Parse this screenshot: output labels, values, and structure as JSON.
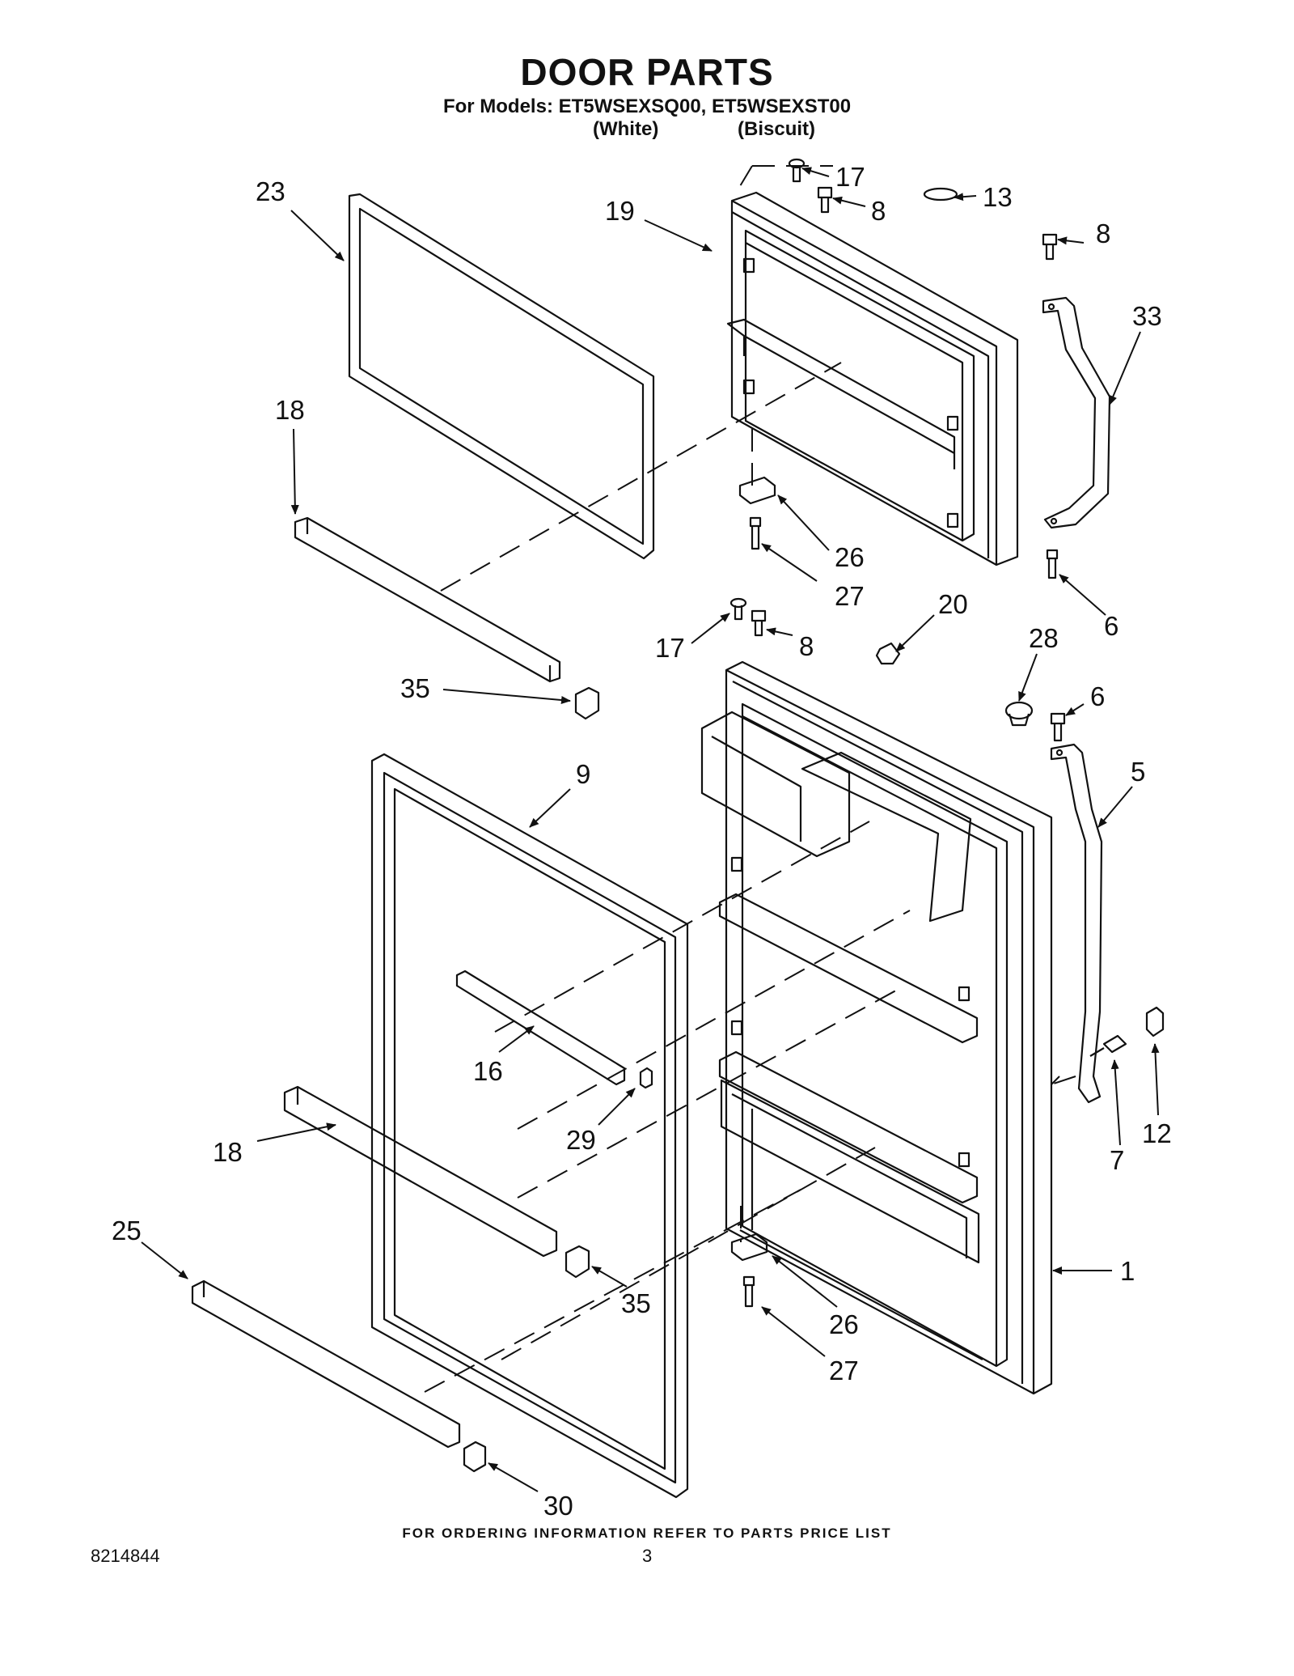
{
  "header": {
    "title": "DOOR PARTS",
    "models_line": "For Models: ET5WSEXSQ00, ET5WSEXST00",
    "variant_white": "(White)",
    "variant_biscuit": "(Biscuit)"
  },
  "callouts": {
    "c23": "23",
    "c19": "19",
    "c17a": "17",
    "c8a": "8",
    "c13": "13",
    "c8b": "8",
    "c33": "33",
    "c18a": "18",
    "c26a": "26",
    "c27a": "27",
    "c20": "20",
    "c6a": "6",
    "c17b": "17",
    "c8c": "8",
    "c28": "28",
    "c35a": "35",
    "c6b": "6",
    "c9": "9",
    "c5": "5",
    "c16": "16",
    "c29": "29",
    "c18b": "18",
    "c7": "7",
    "c12": "12",
    "c25": "25",
    "c35b": "35",
    "c1": "1",
    "c26b": "26",
    "c27b": "27",
    "c30": "30"
  },
  "footer": {
    "ordering_note": "FOR ORDERING INFORMATION REFER TO PARTS PRICE LIST",
    "document_number": "8214844",
    "page_number": "3"
  }
}
